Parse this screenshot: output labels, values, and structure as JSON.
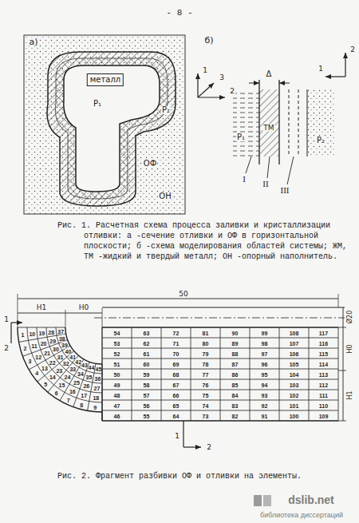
{
  "diagram": {
    "labels": [
      "- 8 -",
      "а)",
      "металл",
      "P₁",
      "P₂",
      "ОФ",
      "ОН",
      "1",
      "3",
      "2",
      "б)",
      "2",
      "1",
      "Δ",
      "P₁",
      "ТМ",
      "P₂",
      "I",
      "II",
      "III",
      "Рис. 1. Расчетная схема процесса заливки и кристаллизации отливки: а -сечение отливки и ОФ в горизонтальной плоскости; б -схема моделирования областей системы; ЖМ, ТМ -жидкий и твердый металл; ОН -опорный наполнитель.",
      "50",
      "H1",
      "H0",
      "Ø20",
      "H0",
      "H1",
      "1",
      "2",
      "1",
      "2",
      "Рис. 2. Фрагмент разбивки ОФ и отливки на элементы.",
      "dslib.net",
      "библиотека диссертаций",
      "1",
      "2",
      "3",
      "4",
      "5",
      "6",
      "7",
      "8",
      "9",
      "10",
      "11",
      "12",
      "13",
      "14",
      "15",
      "16",
      "17",
      "18",
      "19",
      "20",
      "21",
      "22",
      "23",
      "24",
      "25",
      "26",
      "27",
      "28",
      "29",
      "30",
      "31",
      "32",
      "33",
      "34",
      "35",
      "36",
      "37",
      "38",
      "39",
      "40",
      "41",
      "42",
      "43",
      "44",
      "45",
      "46",
      "47",
      "48",
      "49",
      "50",
      "51",
      "52",
      "53",
      "54",
      "55",
      "56",
      "57",
      "58",
      "59",
      "60",
      "61",
      "62",
      "63",
      "64",
      "65",
      "66",
      "67",
      "68",
      "69",
      "70",
      "71",
      "72",
      "73",
      "74",
      "75",
      "76",
      "77",
      "78",
      "79",
      "80",
      "81",
      "82",
      "83",
      "84",
      "85",
      "86",
      "87",
      "88",
      "89",
      "90",
      "91",
      "92",
      "93",
      "94",
      "95",
      "96",
      "97",
      "98",
      "99",
      "100",
      "101",
      "102",
      "103",
      "104",
      "105",
      "106",
      "107",
      "108",
      "109",
      "110",
      "111",
      "112",
      "113",
      "114",
      "115",
      "116",
      "117"
    ]
  }
}
